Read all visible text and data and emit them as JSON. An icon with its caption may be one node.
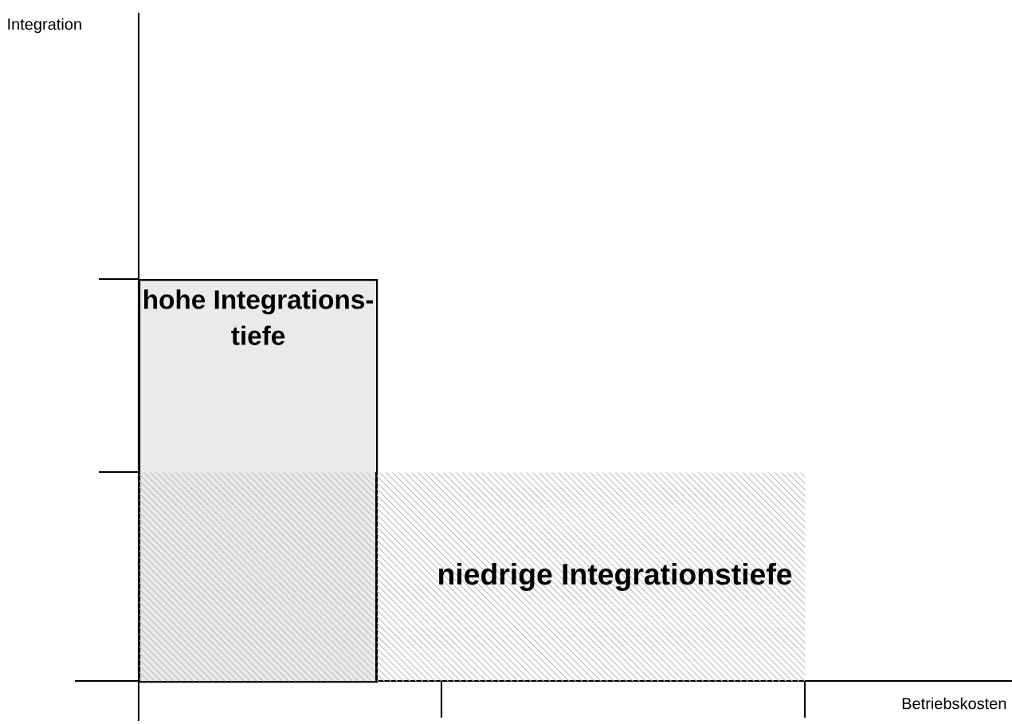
{
  "diagram": {
    "nodes": [
      {
        "text": [
          "hohe Integrations- tiefe"
        ]
      },
      {
        "text": [
          "niedrige Integrationstiefe"
        ]
      }
    ],
    "labels": [
      "Integration",
      "Betriebskosten"
    ]
  }
}
